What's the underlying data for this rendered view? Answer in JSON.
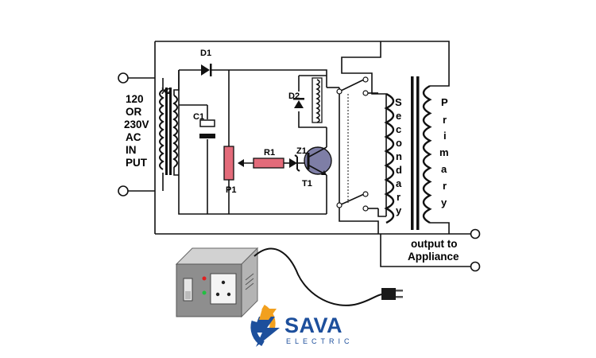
{
  "input_label": {
    "lines": [
      "120",
      "OR",
      "230V",
      "AC",
      "IN",
      "PUT"
    ],
    "transformer": "X2"
  },
  "components": {
    "d1": "D1",
    "d2": "D2",
    "c1": "C1",
    "r1": "R1",
    "z1": "Z1",
    "p1": "P1",
    "t1": "T1"
  },
  "coils": {
    "secondary": [
      "S",
      "e",
      "c",
      "o",
      "n",
      "d",
      "a",
      "r",
      "y"
    ],
    "primary": [
      "P",
      "r",
      "i",
      "m",
      "a",
      "r",
      "y"
    ]
  },
  "output": {
    "line1": "output to",
    "line2": "Appliance"
  },
  "logo": {
    "name": "SAVA",
    "sub": "ELECTRIC",
    "colors": {
      "blue": "#1d4f9c",
      "orange": "#f2a01e"
    }
  },
  "colors": {
    "wire": "#111111",
    "resistor": "#e36b7a",
    "pot": "#e36b7a",
    "box_front": "#8e8e8e",
    "box_side": "#b4b4b4",
    "box_top": "#d2d2d2"
  }
}
